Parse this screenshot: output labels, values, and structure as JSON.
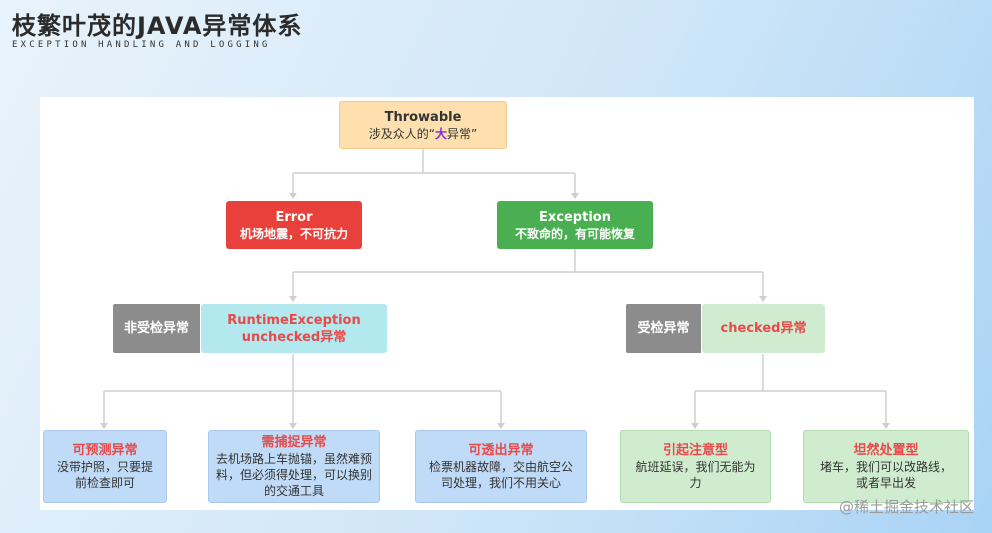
{
  "header": {
    "title": "枝繁叶茂的JAVA异常体系",
    "subtitle": "EXCEPTION HANDLING AND LOGGING"
  },
  "colors": {
    "throwable_bg": "#fde0ad",
    "error_bg": "#e8413b",
    "exception_bg": "#4aaf51",
    "gray_label_bg": "#8c8c8c",
    "runtime_bg": "#b3e8ef",
    "checked_bg": "#cfecd0",
    "leaf_blue_bg": "#c0dbf7",
    "leaf_green_bg": "#cfeccf",
    "accent_red": "#e84a4a",
    "accent_purple": "#7b2fd4",
    "connector": "#cfcfcf"
  },
  "diagram": {
    "throwable": {
      "title": "Throwable",
      "desc_pre": "涉及众人的“",
      "desc_em": "大",
      "desc_post": "异常”"
    },
    "error": {
      "title": "Error",
      "desc": "机场地震，不可抗力"
    },
    "exception": {
      "title": "Exception",
      "desc": "不致命的，有可能恢复"
    },
    "unchecked_label": "非受检异常",
    "runtime": {
      "title": "RuntimeException",
      "desc": "unchecked异常"
    },
    "checked_label": "受检异常",
    "checked": {
      "title": "checked异常"
    },
    "leaves": [
      {
        "title": "可预测异常",
        "desc": "没带护照，只要提前检查即可"
      },
      {
        "title": "需捕捉异常",
        "desc": "去机场路上车抛锚，虽然难预料，但必须得处理，可以换别的交通工具"
      },
      {
        "title": "可透出异常",
        "desc": "检票机器故障，交由航空公司处理，我们不用关心"
      },
      {
        "title": "引起注意型",
        "desc": "航班延误，我们无能为力"
      },
      {
        "title": "坦然处置型",
        "desc": "堵车，我们可以改路线，或者早出发"
      }
    ]
  },
  "watermark": "@稀土掘金技术社区"
}
